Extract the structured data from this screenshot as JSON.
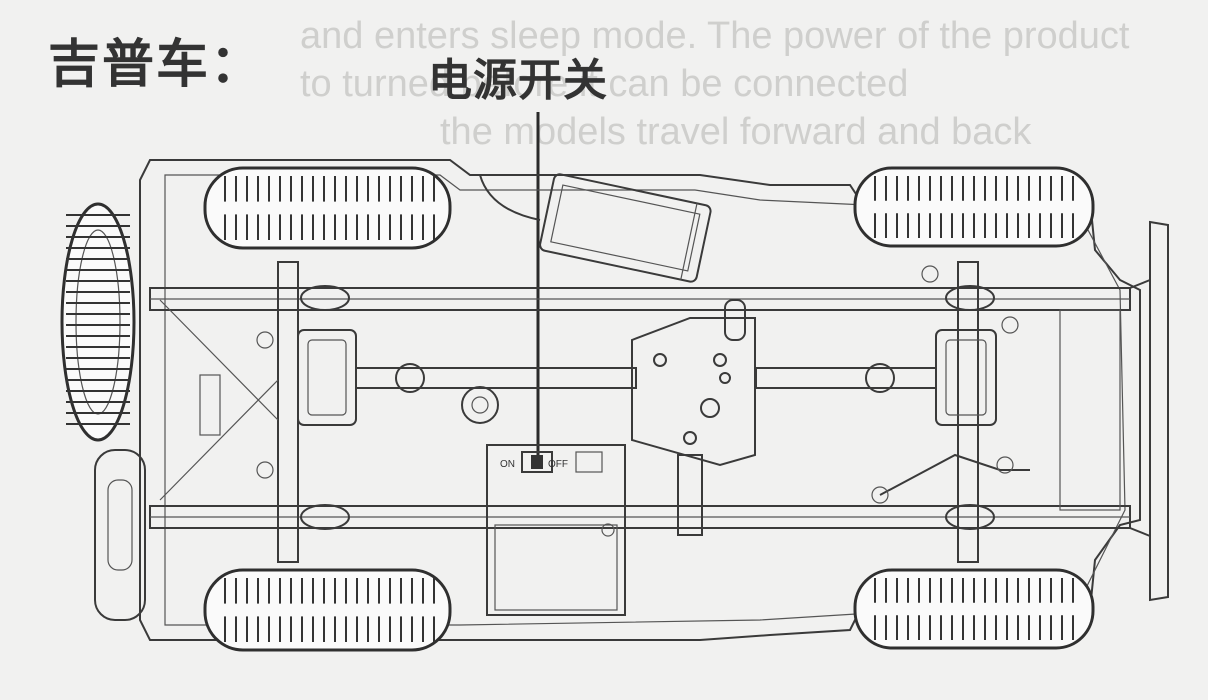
{
  "title": "吉普车：",
  "callout_label": "电源开关",
  "switch": {
    "on_label": "ON",
    "off_label": "OFF"
  },
  "bleed_through": [
    "and enters sleep mode. The power of the product",
    "to turned before it can be connected",
    "the models travel forward and back"
  ]
}
